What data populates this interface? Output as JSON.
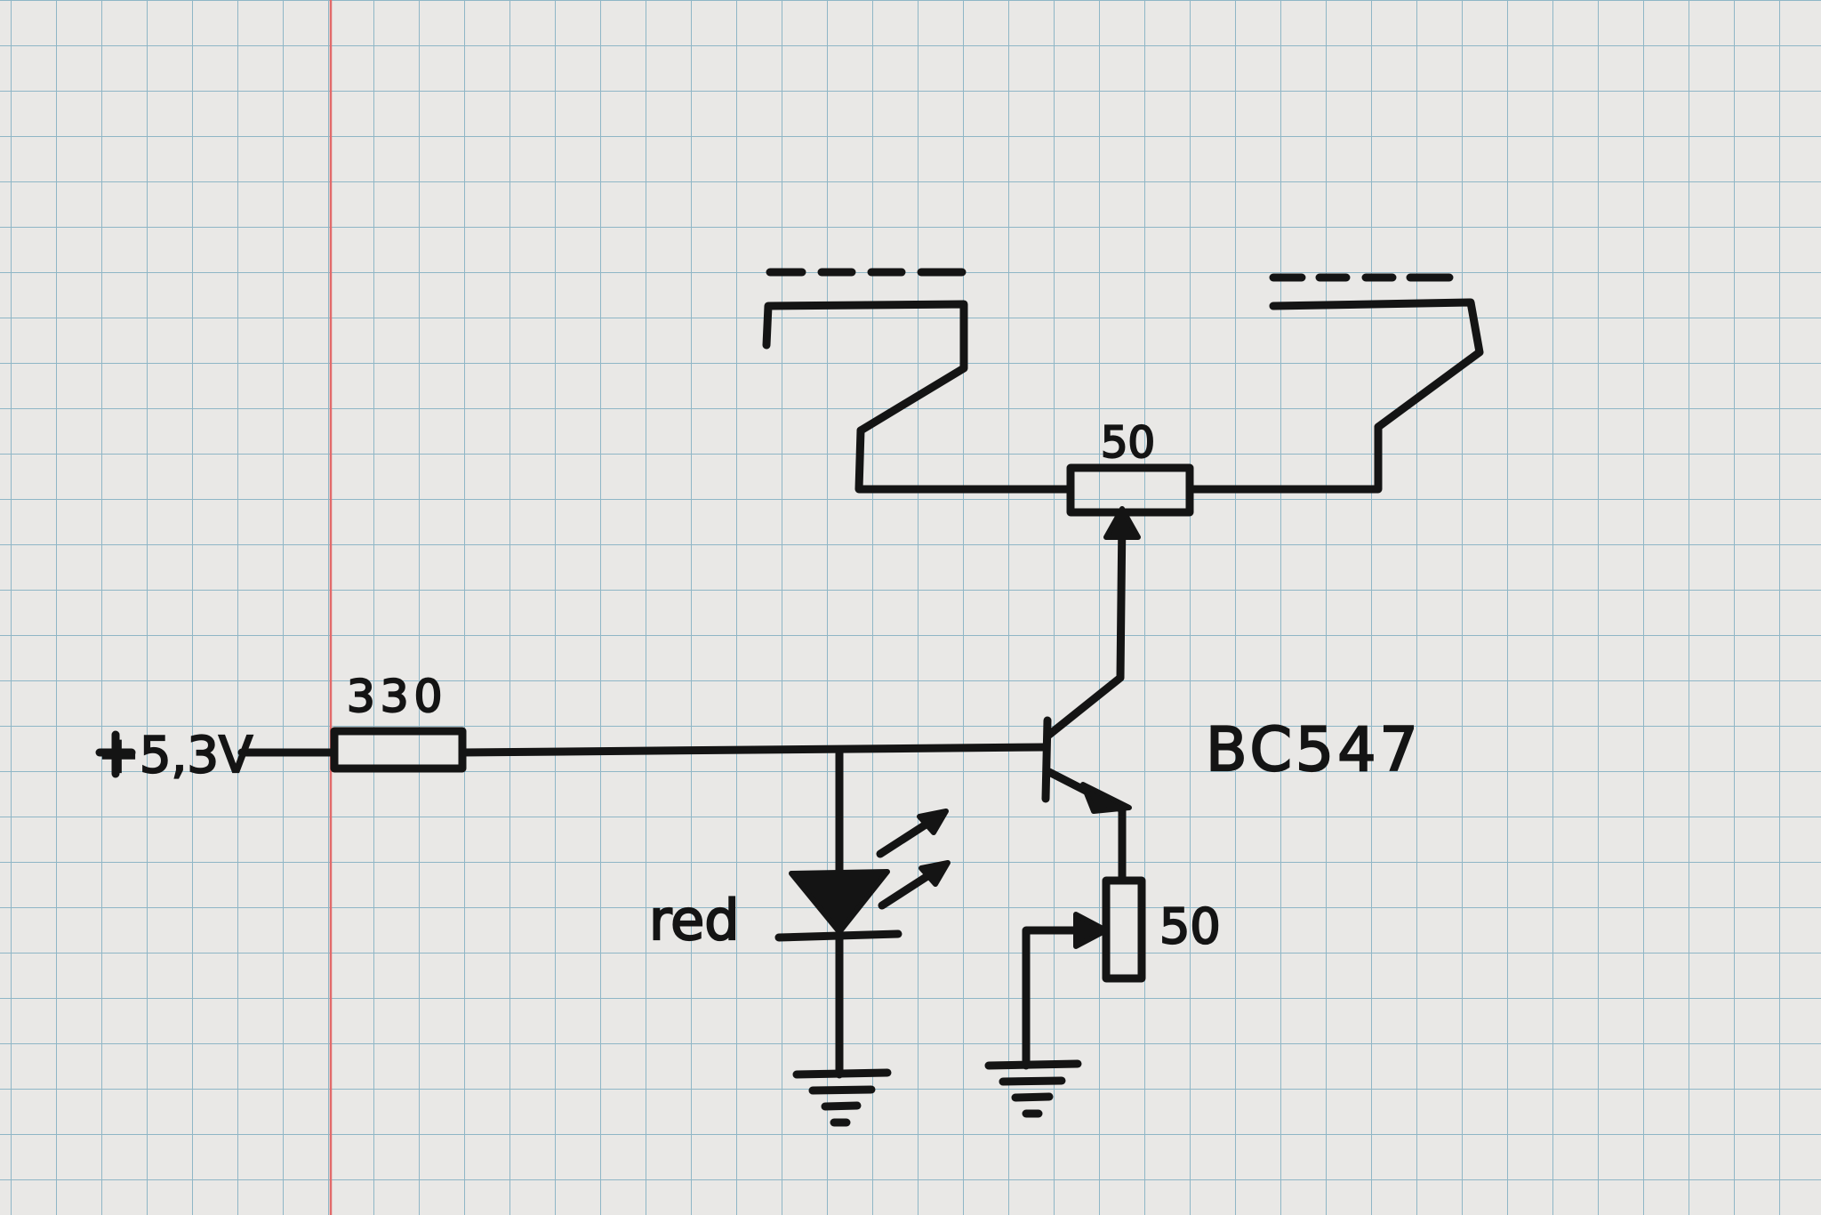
{
  "labels": {
    "supply": "+5,3V",
    "base_resistor": "330",
    "balance_pot": "50",
    "transistor": "BC547",
    "led_color": "red",
    "emitter_pot": "50",
    "left_display_dashes": "- - - -",
    "right_display_dashes": "- - - -"
  },
  "colors": {
    "ink": "#141414",
    "paper": "#e9e8e6",
    "grid": "#8fb6c6",
    "margin_line": "#e26a6a"
  }
}
